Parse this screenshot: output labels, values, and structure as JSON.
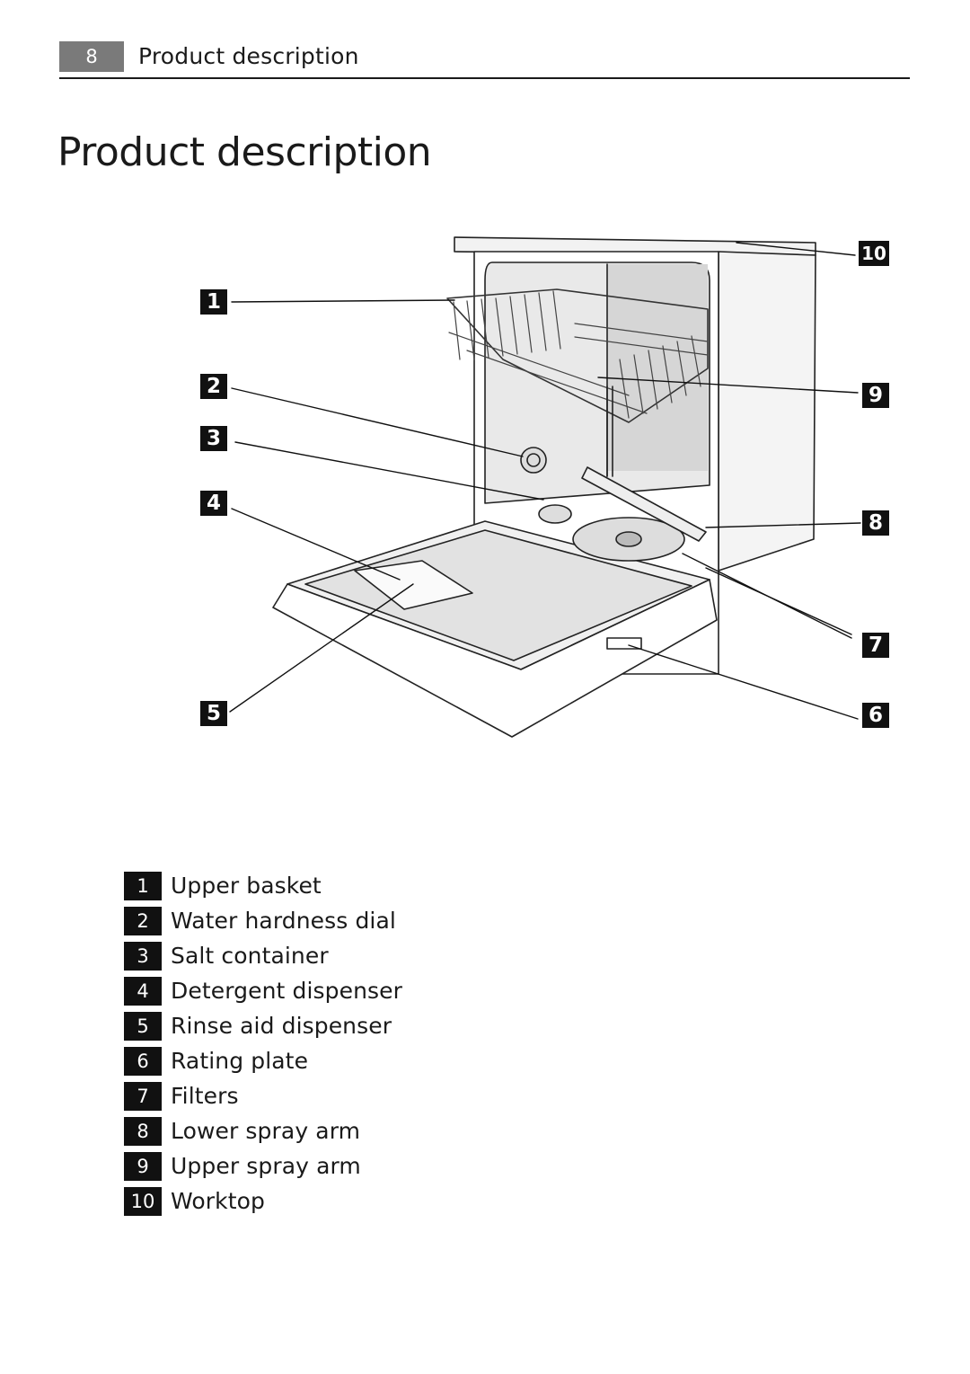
{
  "header": {
    "page_number": "8",
    "running_title": "Product description"
  },
  "title": "Product description",
  "figure": {
    "callouts": [
      "1",
      "2",
      "3",
      "4",
      "5",
      "6",
      "7",
      "8",
      "9",
      "10"
    ]
  },
  "legend": {
    "items": [
      {
        "number": "1",
        "label": "Upper basket"
      },
      {
        "number": "2",
        "label": "Water hardness dial"
      },
      {
        "number": "3",
        "label": "Salt container"
      },
      {
        "number": "4",
        "label": "Detergent dispenser"
      },
      {
        "number": "5",
        "label": "Rinse aid dispenser"
      },
      {
        "number": "6",
        "label": "Rating plate"
      },
      {
        "number": "7",
        "label": "Filters"
      },
      {
        "number": "8",
        "label": "Lower spray arm"
      },
      {
        "number": "9",
        "label": "Upper spray arm"
      },
      {
        "number": "10",
        "label": "Worktop"
      }
    ]
  }
}
